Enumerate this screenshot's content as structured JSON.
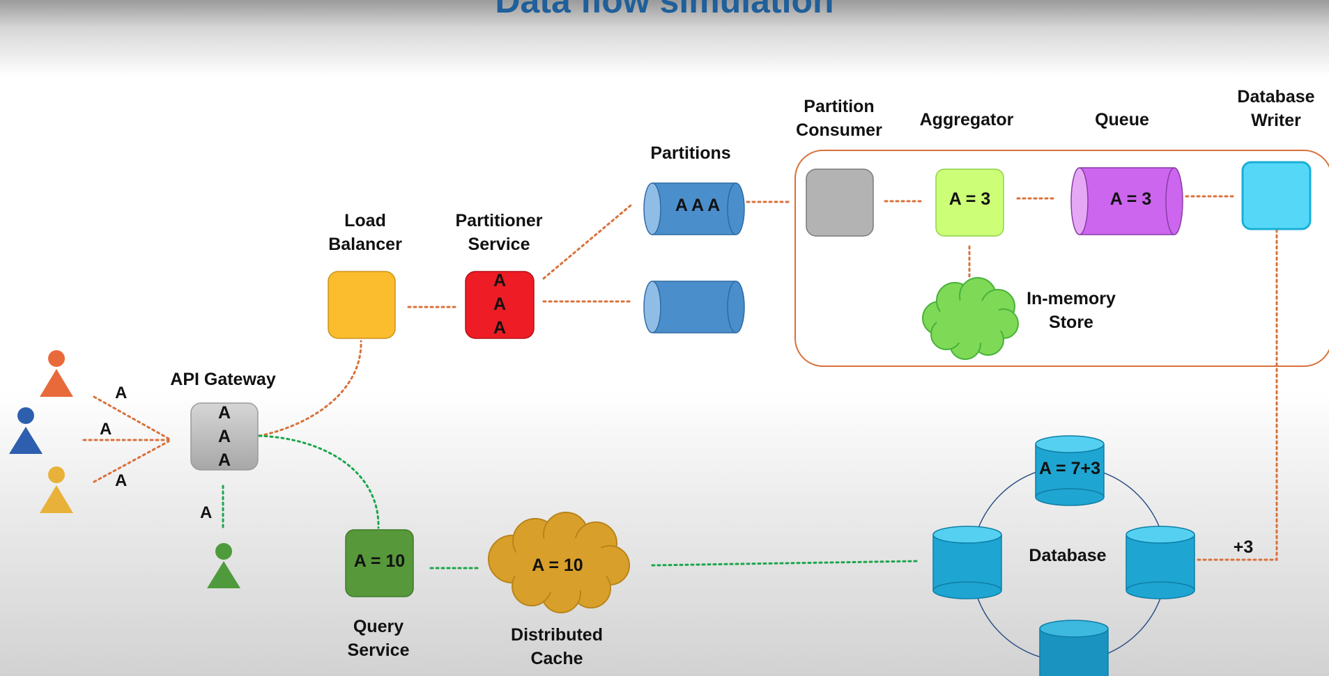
{
  "header": {
    "title": "Data flow simulation"
  },
  "users": {
    "edge_labels": [
      "A",
      "A",
      "A"
    ],
    "query_edge_label": "A"
  },
  "components": {
    "api_gateway": {
      "label": "API Gateway",
      "items": [
        "A",
        "A",
        "A"
      ]
    },
    "load_balancer": {
      "label_lines": [
        "Load",
        "Balancer"
      ]
    },
    "partitioner_service": {
      "label_lines": [
        "Partitioner",
        "Service"
      ],
      "items": [
        "A",
        "A",
        "A"
      ]
    },
    "partitions": {
      "label": "Partitions",
      "content": "A A A"
    },
    "partition_consumer": {
      "label_lines": [
        "Partition",
        "Consumer"
      ]
    },
    "aggregator": {
      "label": "Aggregator",
      "value": "A = 3"
    },
    "queue": {
      "label": "Queue",
      "value": "A = 3"
    },
    "database_writer": {
      "label_lines": [
        "Database",
        "Writer"
      ]
    },
    "in_memory_store": {
      "label_lines": [
        "In-memory",
        "Store"
      ]
    },
    "query_service": {
      "label_lines": [
        "Query",
        "Service"
      ],
      "value": "A = 10"
    },
    "distributed_cache": {
      "label_lines": [
        "Distributed",
        "Cache"
      ],
      "value": "A = 10"
    },
    "database": {
      "label": "Database",
      "top_node_value": "A = 7+3",
      "write_label": "+3"
    }
  },
  "colors": {
    "orange_line": "#d9703a",
    "green_line": "#1aa54a",
    "gateway": "#bdbdbd",
    "load_balancer": "#fbbc2e",
    "partitioner": "#ee1c24",
    "partition": "#4a8fcb",
    "consumer": "#b3b3b3",
    "aggregator": "#ccff77",
    "queue": "#cc66ee",
    "db_writer": "#55d8f7",
    "memory_store": "#7ed957",
    "query_service": "#57983a",
    "cache": "#d8a02a",
    "database": "#1fa5d1"
  }
}
